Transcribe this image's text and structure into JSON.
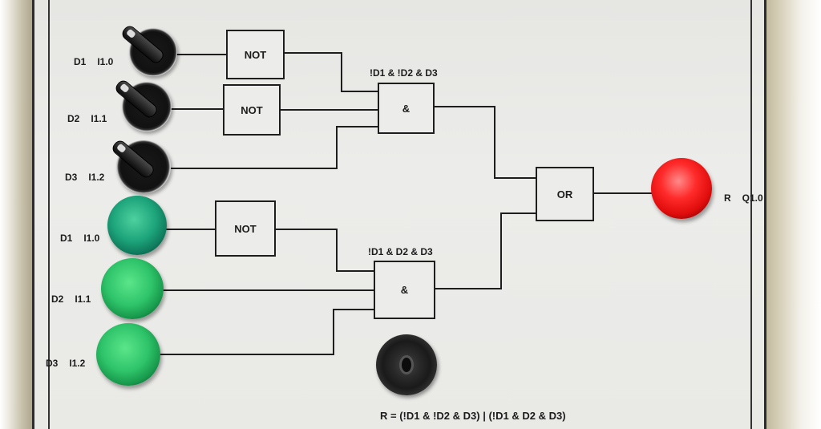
{
  "inputs": [
    {
      "id": "d1-switch",
      "name": "D1",
      "addr": "I1.0"
    },
    {
      "id": "d2-switch",
      "name": "D2",
      "addr": "I1.1"
    },
    {
      "id": "d3-switch",
      "name": "D3",
      "addr": "I1.2"
    },
    {
      "id": "d1-lamp",
      "name": "D1",
      "addr": "I1.0"
    },
    {
      "id": "d2-lamp",
      "name": "D2",
      "addr": "I1.1"
    },
    {
      "id": "d3-lamp",
      "name": "D3",
      "addr": "I1.2"
    }
  ],
  "gates": {
    "not1": "NOT",
    "not2": "NOT",
    "not3": "NOT",
    "and1": "&",
    "and2": "&",
    "or1": "OR"
  },
  "term_labels": {
    "top": "!D1 & !D2 & D3",
    "bottom": "!D1 & D2 & D3"
  },
  "output": {
    "name": "R",
    "addr": "Q1.0"
  },
  "formula": "R = (!D1 & !D2 & D3) | (!D1 & D2 & D3)",
  "colors": {
    "lamp_green": "#2fc46a",
    "lamp_red": "#ff2a2a",
    "panel": "#e9e9e6",
    "wire": "#1e1e1e"
  }
}
